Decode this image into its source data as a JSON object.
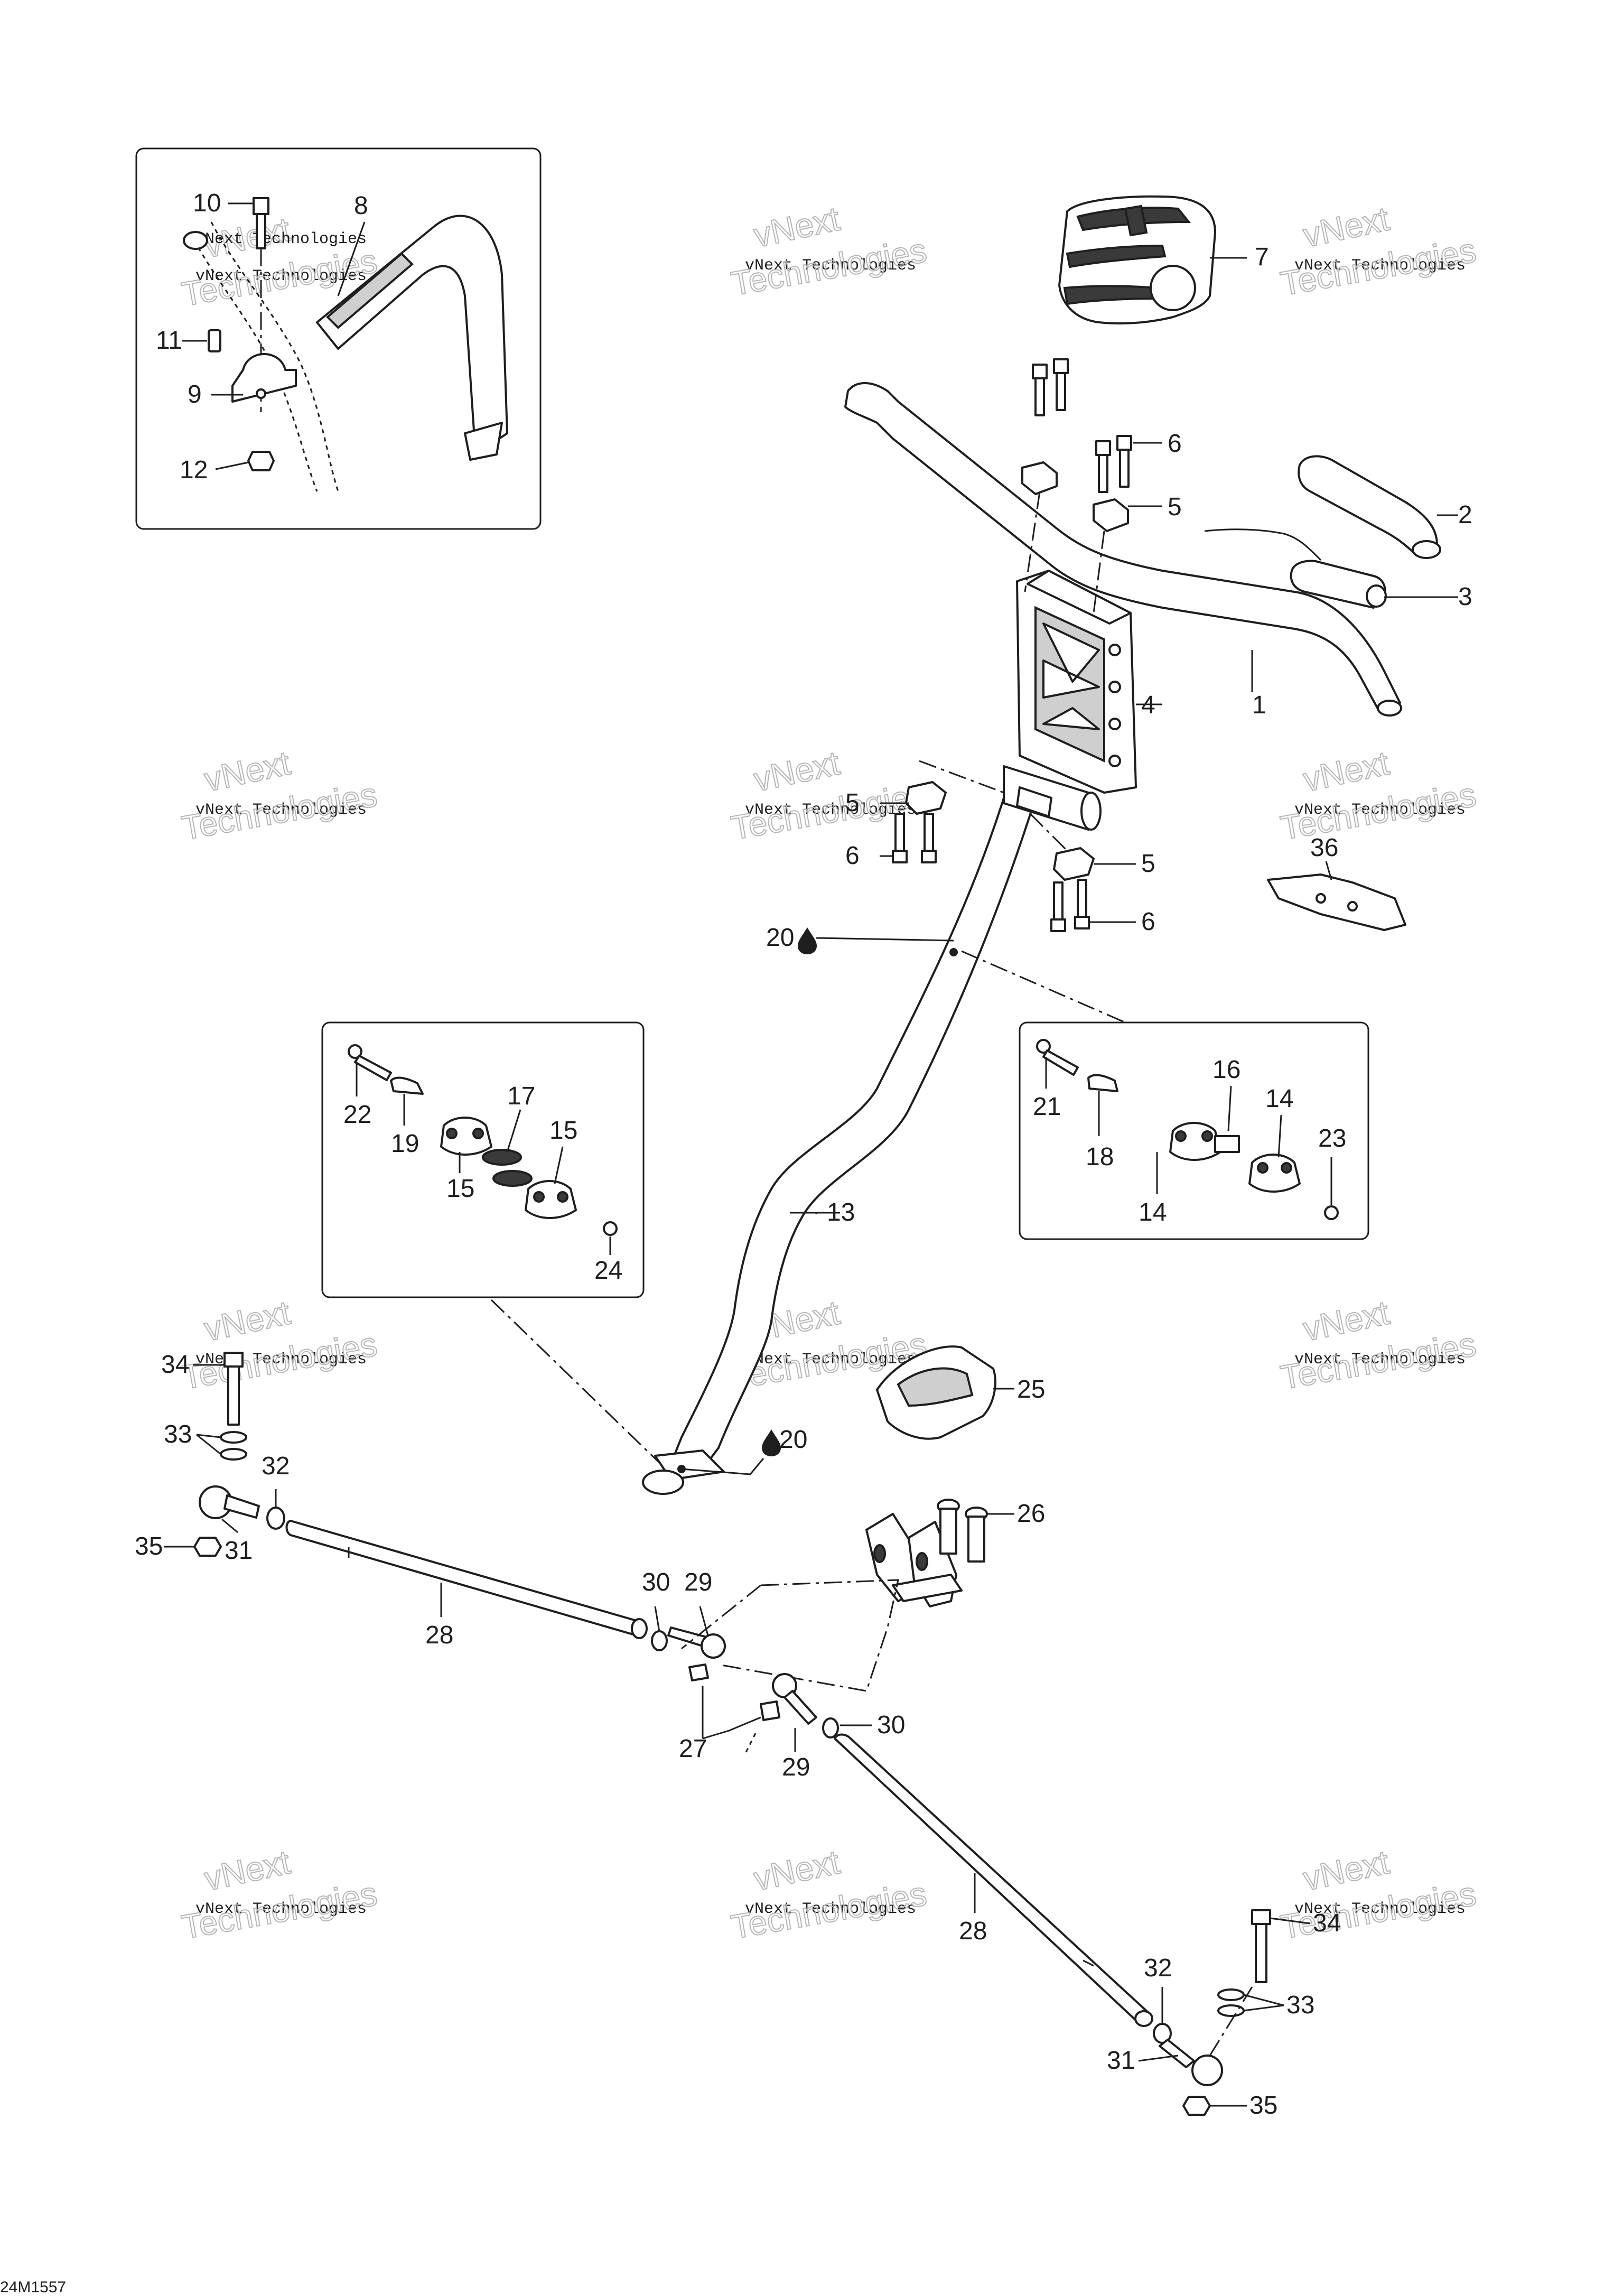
{
  "footer_code": "24M1557",
  "watermark": {
    "line1": "vNext Technologies",
    "line2": "Technologies",
    "line3": "vNext"
  },
  "callouts": [
    "1",
    "2",
    "3",
    "4",
    "5",
    "6",
    "7",
    "8",
    "9",
    "10",
    "11",
    "12",
    "13",
    "14",
    "15",
    "16",
    "17",
    "18",
    "19",
    "20",
    "21",
    "22",
    "23",
    "24",
    "25",
    "26",
    "27",
    "28",
    "29",
    "30",
    "31",
    "32",
    "33",
    "34",
    "35",
    "36"
  ],
  "lubricant_symbol": "drop-icon"
}
